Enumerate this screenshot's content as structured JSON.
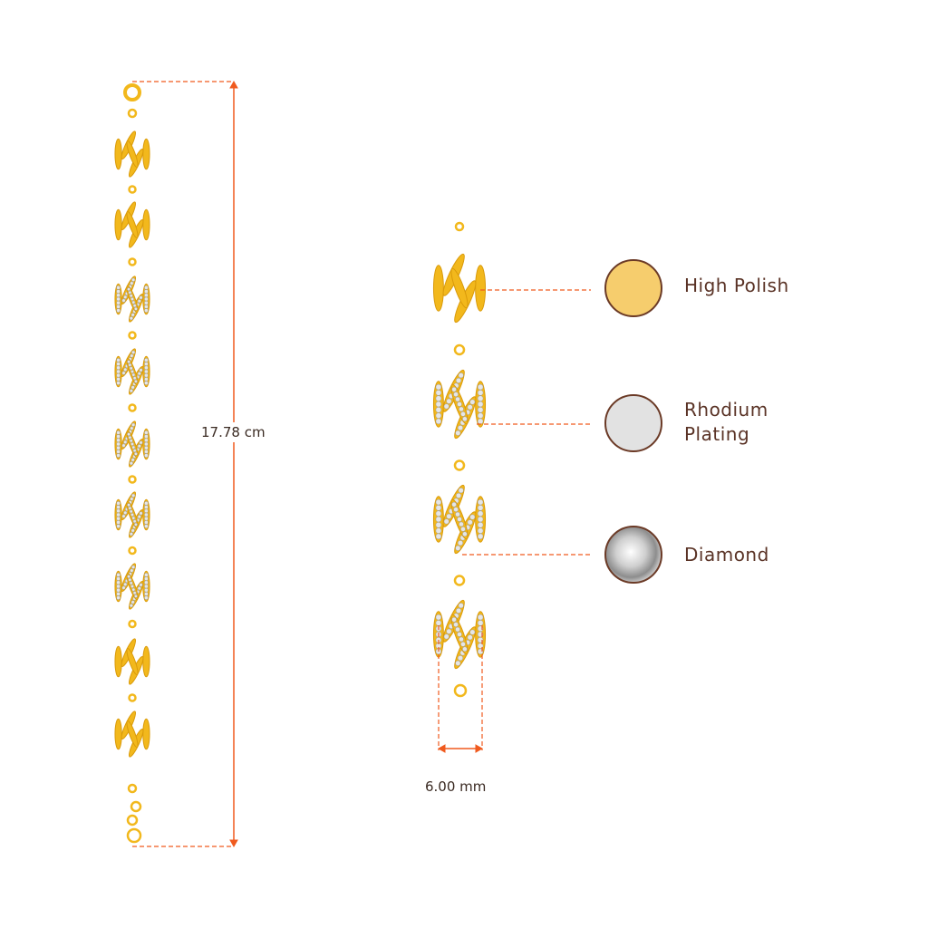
{
  "dimensions": {
    "length_label": "17.78 cm",
    "width_label": "6.00 mm"
  },
  "legend": [
    {
      "label": "High Polish",
      "color": "#f6cd6d",
      "icon": "gold-swatch-icon"
    },
    {
      "label_line1": "Rhodium",
      "label_line2": "Plating",
      "color": "#e2e2e2",
      "icon": "rhodium-swatch-icon"
    },
    {
      "label": "Diamond",
      "color": "#d8d8d8",
      "icon": "diamond-swatch-icon"
    }
  ],
  "colors": {
    "accent": "#f05a1e",
    "gold": "#f2b81c",
    "gold_dark": "#d99a0a",
    "text": "#5a3326"
  },
  "bracelet_links": [
    "gold",
    "gold",
    "diamond",
    "diamond",
    "diamond",
    "diamond",
    "diamond",
    "gold",
    "gold"
  ],
  "detail_links": [
    "gold",
    "diamond",
    "diamond",
    "diamond"
  ]
}
